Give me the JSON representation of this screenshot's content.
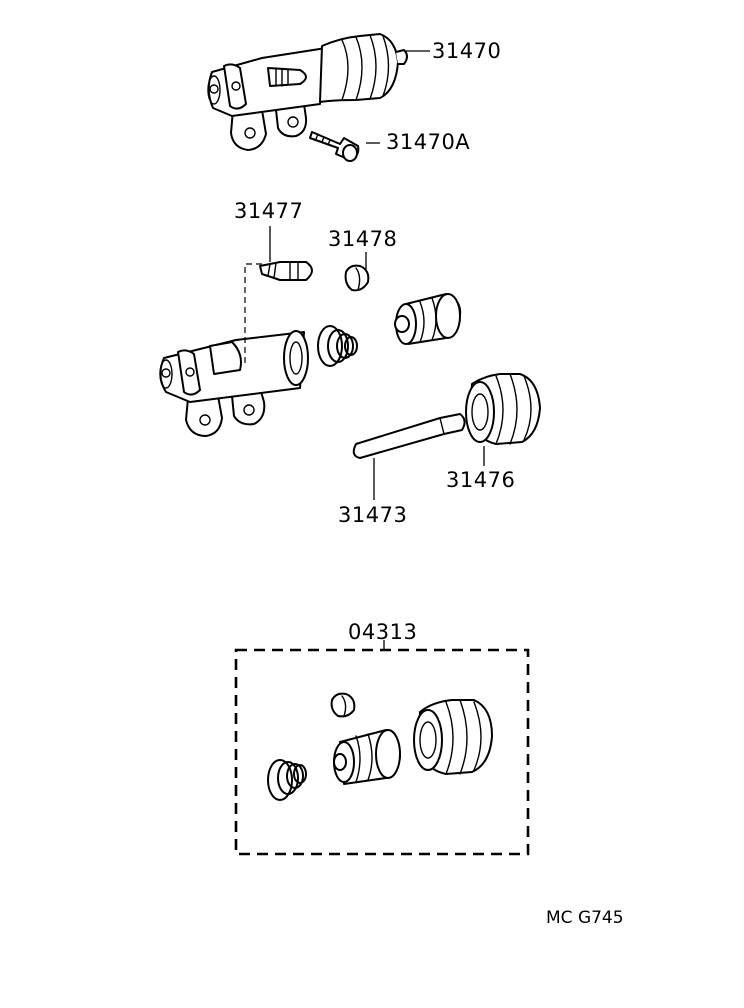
{
  "diagram": {
    "parts": [
      {
        "id": "p31470",
        "number": "31470"
      },
      {
        "id": "p31470A",
        "number": "31470A"
      },
      {
        "id": "p31477",
        "number": "31477"
      },
      {
        "id": "p31478",
        "number": "31478"
      },
      {
        "id": "p31476",
        "number": "31476"
      },
      {
        "id": "p31473",
        "number": "31473"
      },
      {
        "id": "p04313",
        "number": "04313"
      }
    ],
    "drawing_code": "MC G745"
  }
}
